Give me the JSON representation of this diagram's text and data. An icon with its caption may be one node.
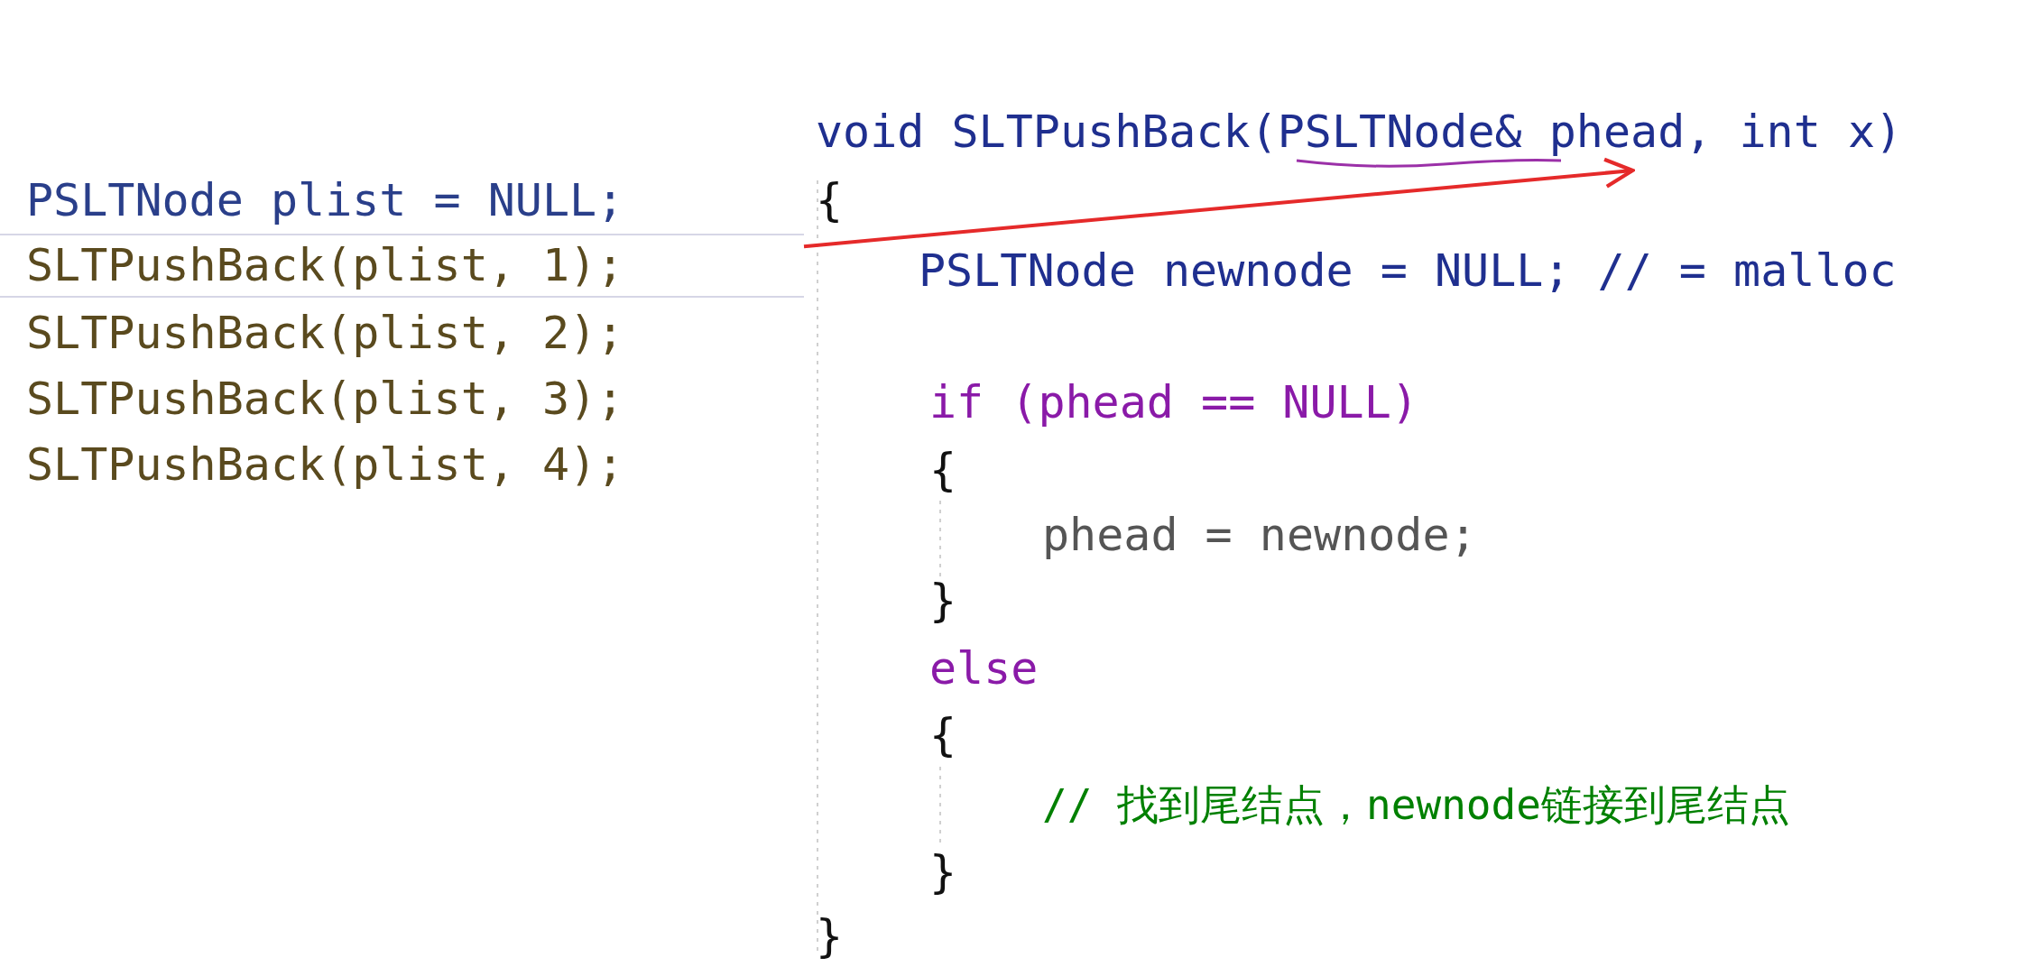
{
  "diagram": {
    "nodes": [
      {
        "text": [
          "SLTPushBack(plist, 1);"
        ]
      },
      {
        "text": [
          "void SLTPushBack(PSLTNode& phead, int x)"
        ]
      }
    ],
    "edges": [
      {
        "from": 0,
        "to": 1,
        "arrow": "to",
        "color": "#e52a2a"
      }
    ],
    "labels": [
      "PSLTNode plist = NULL;",
      "SLTPushBack(plist, 2);",
      "SLTPushBack(plist, 3);",
      "SLTPushBack(plist, 4);",
      "{",
      "PSLTNode newnode = NULL; // = malloc",
      "if (phead == NULL)",
      "{",
      "phead = newnode;",
      "}",
      "else",
      "{",
      "// 找到尾结点，newnode链接到尾结点",
      "}",
      "}"
    ]
  }
}
